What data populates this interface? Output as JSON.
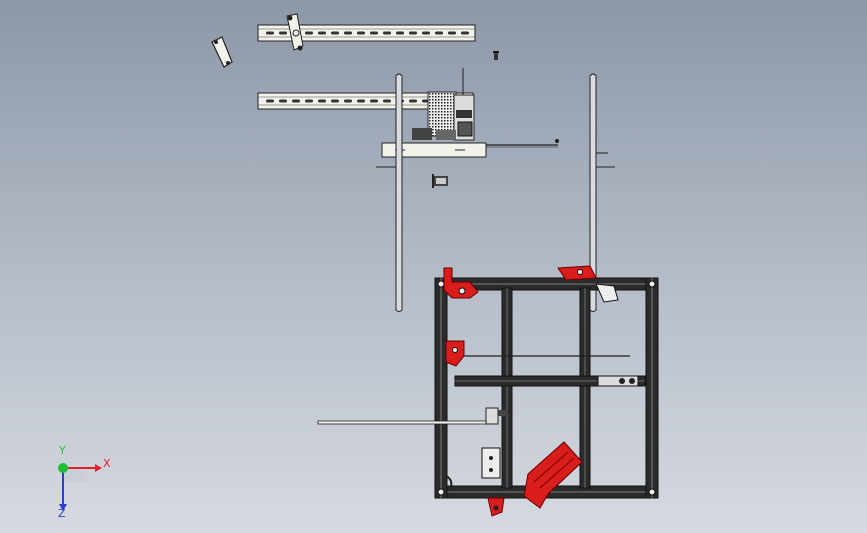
{
  "view": {
    "background_top": "#8c97a8",
    "background_bottom": "#d6dae0",
    "line_color": "#1a1a1a",
    "part_color": "#f2f2ea",
    "accent_red": "#d91c1c",
    "triad": {
      "x_label": "X",
      "y_label": "Y",
      "z_label": "Z",
      "x_color": "#e0202a",
      "y_color": "#1fbf3a",
      "z_color": "#2a3fd0"
    }
  }
}
